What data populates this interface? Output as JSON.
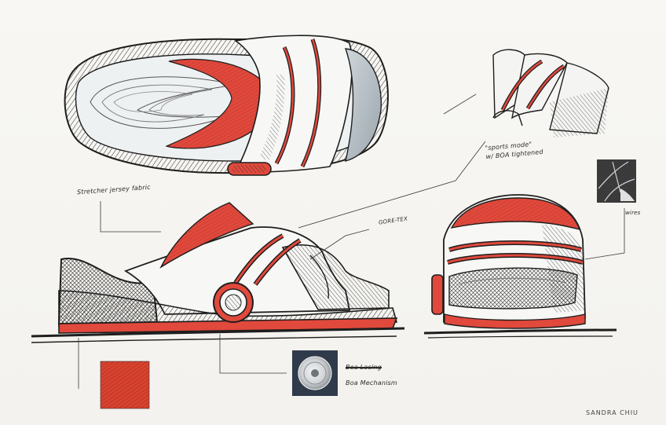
{
  "annotations": {
    "stretcher_fabric": "Stretcher jersey fabric",
    "gore_tex": "GORE-TEX",
    "sports_mode_line1": "\"sports mode\"",
    "sports_mode_line2": "w/ BOA tightened",
    "wires": "wires",
    "boa_struck": "Boa Lacing",
    "boa_mechanism": "Boa Mechanism",
    "signature": "SANDRA CHIU"
  },
  "colors": {
    "paper": "#f6f5f1",
    "accent_red": "#e0493c",
    "ink": "#1e1e1e",
    "cool_grey": "#b9c3c8"
  }
}
